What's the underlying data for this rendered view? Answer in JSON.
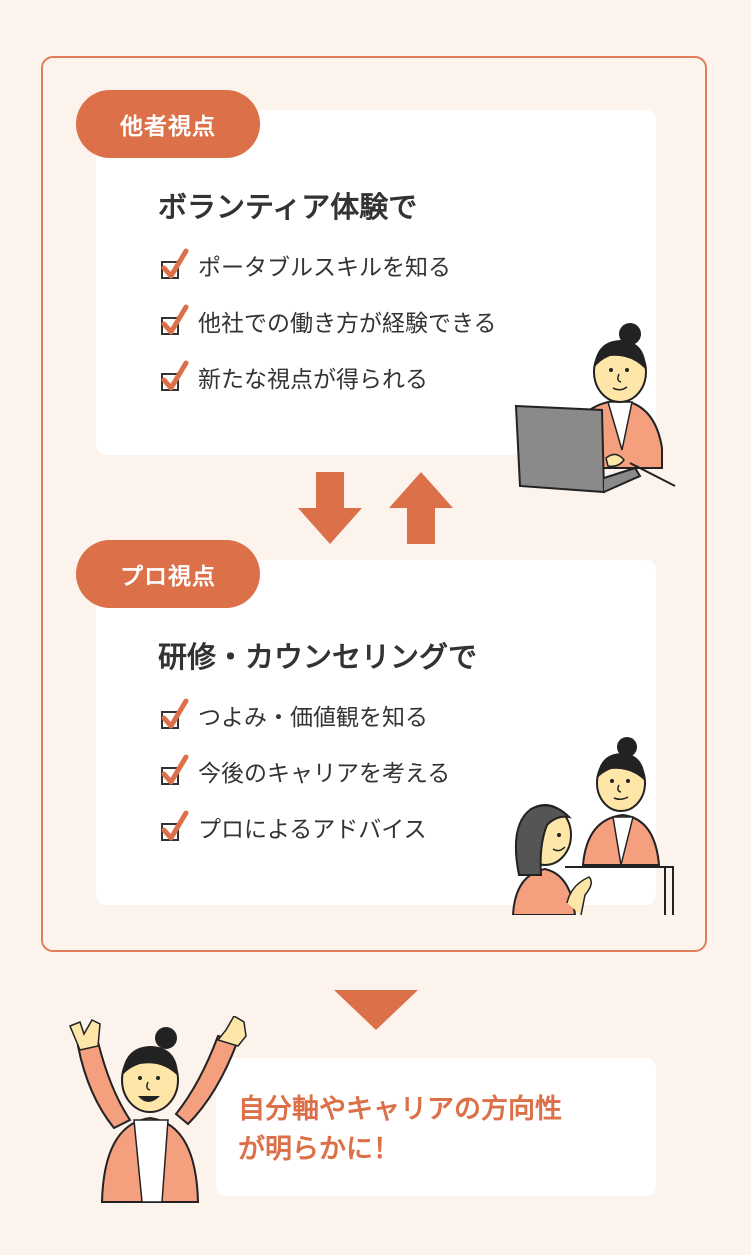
{
  "section1": {
    "tag": "他者視点",
    "heading": "ボランティア体験で",
    "items": [
      "ポータブルスキルを知る",
      "他社での働き方が経験できる",
      "新たな視点が得られる"
    ]
  },
  "section2": {
    "tag": "プロ視点",
    "heading": "研修・カウンセリングで",
    "items": [
      "つよみ・価値観を知る",
      "今後のキャリアを考える",
      "プロによるアドバイス"
    ]
  },
  "result": {
    "line1": "自分軸やキャリアの方向性",
    "line2": "が明らかに！"
  },
  "colors": {
    "accent": "#dc7048",
    "background": "#fbf3ec",
    "card": "#ffffff",
    "text": "#333333",
    "skin": "#fde6a8",
    "jacket": "#f4a07f"
  },
  "icons": [
    "checkbox-check-icon",
    "down-arrow-icon",
    "up-arrow-icon",
    "laptop-person-illustration",
    "counseling-illustration",
    "cheering-person-illustration"
  ]
}
